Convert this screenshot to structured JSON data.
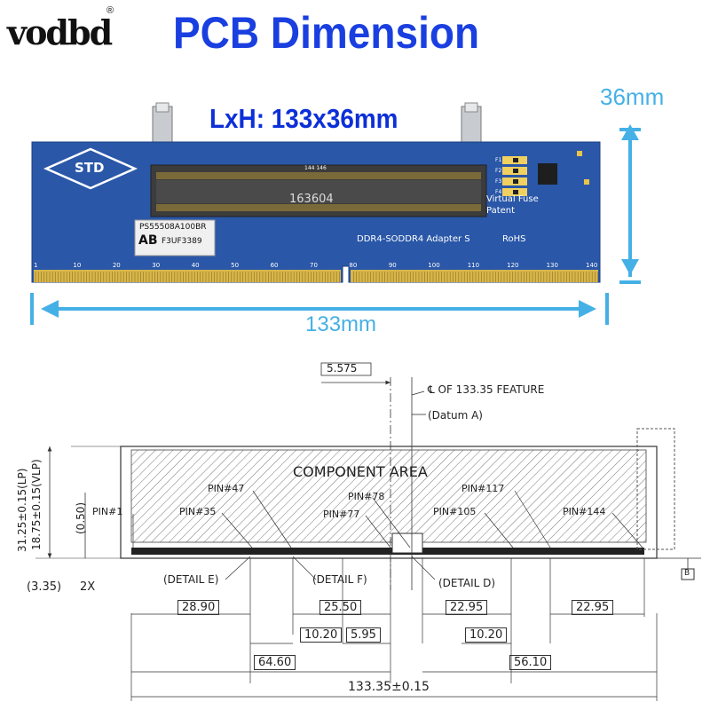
{
  "header": {
    "brand": "vodbd",
    "registered_mark": "®",
    "title": "PCB Dimension"
  },
  "photo": {
    "size_label": "LxH: 133x36mm",
    "height_label": "36mm",
    "length_label": "133mm",
    "board": {
      "logo": "STD",
      "silk_number": "163604",
      "fuse_text_1": "Virtual Fuse",
      "fuse_text_2": "Patent",
      "adapter_text": "DDR4-SODDR4 Adapter S",
      "rohs": "RoHS",
      "sticker_line1": "PS55508A100BR",
      "sticker_ab": "AB",
      "sticker_line2": "F3UF3389",
      "top_small": "144 146",
      "pin_scale": [
        "1",
        "10",
        "20",
        "30",
        "40",
        "50",
        "60",
        "70",
        "80",
        "90",
        "100",
        "110",
        "120",
        "130",
        "140"
      ],
      "fuse_labels": [
        "F1",
        "F2",
        "F3",
        "F4"
      ]
    }
  },
  "drawing": {
    "top_dim": "5.575",
    "centerline_note": "℄ OF 133.35 FEATURE",
    "datum_note": "(Datum A)",
    "component_area": "COMPONENT  AREA",
    "left_dim_1": "31.25±0.15(LP)",
    "left_dim_2": "18.75±0.15(VLP)",
    "left_dim_3": "(0.50)",
    "pins": {
      "p1": "PIN#1",
      "p35": "PIN#35",
      "p47": "PIN#47",
      "p77": "PIN#77",
      "p78": "PIN#78",
      "p105": "PIN#105",
      "p117": "PIN#117",
      "p144": "PIN#144"
    },
    "datum_b": "B",
    "dim_335": "(3.35)",
    "dim_2x": "2X",
    "detail_e": "(DETAIL  E)",
    "detail_f": "(DETAIL  F)",
    "detail_d": "(DETAIL  D)",
    "d_2890": "28.90",
    "d_2550": "25.50",
    "d_2295a": "22.95",
    "d_2295b": "22.95",
    "d_1020a": "10.20",
    "d_595": "5.95",
    "d_1020b": "10.20",
    "d_6460": "64.60",
    "d_5610": "56.10",
    "d_total": "133.35±0.15"
  }
}
